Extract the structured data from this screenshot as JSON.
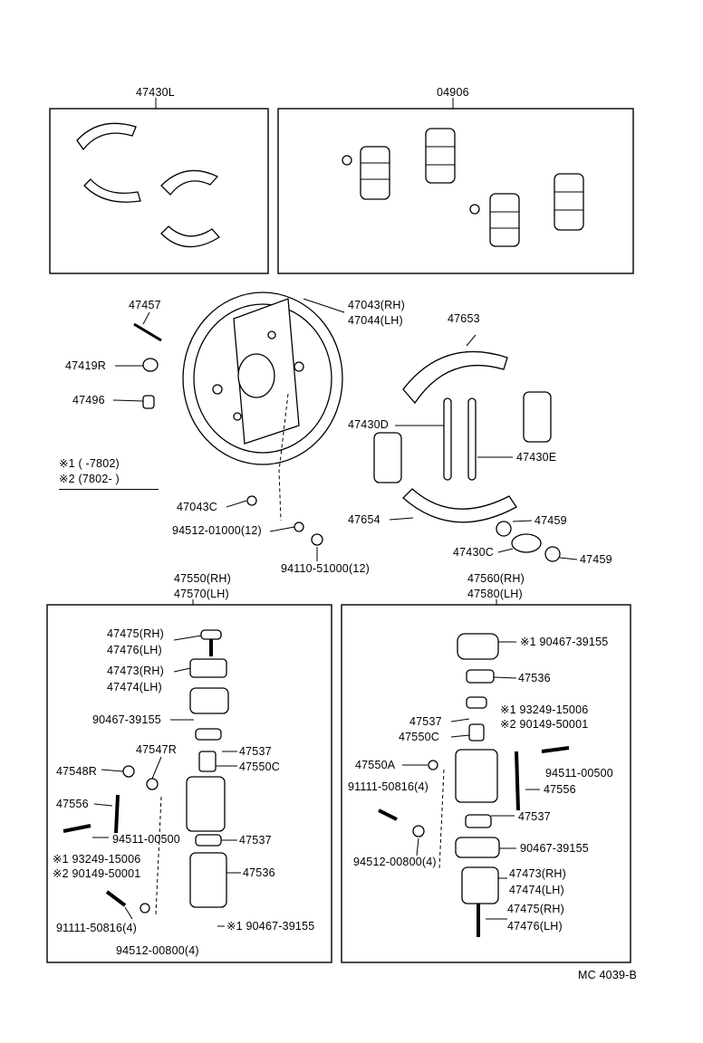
{
  "diagram": {
    "code": "MC 4039-B",
    "groups": {
      "shoe_kit": "47430L",
      "cylinder_kit": "04906",
      "cyl_right_top": "47550(RH)",
      "cyl_right_bottom": "47570(LH)",
      "cyl_left_top": "47560(RH)",
      "cyl_left_bottom": "47580(LH)"
    },
    "notes": {
      "note1": "※1 (        -7802)",
      "note2": "※2 (7802-        )"
    },
    "center": {
      "p47457": "47457",
      "p47419R": "47419R",
      "p47496": "47496",
      "p47043rh": "47043(RH)",
      "p47044lh": "47044(LH)",
      "p47653": "47653",
      "p47430D": "47430D",
      "p47430E": "47430E",
      "p47043C": "47043C",
      "p94512_01000": "94512-01000(12)",
      "p94110_51000": "94110-51000(12)",
      "p47654": "47654",
      "p47459a": "47459",
      "p47430C": "47430C",
      "p47459b": "47459"
    },
    "left_box": {
      "p47475": "47475(RH)",
      "p47476": "47476(LH)",
      "p47473": "47473(RH)",
      "p47474": "47474(LH)",
      "p90467": "90467-39155",
      "p47547R": "47547R",
      "p47537a": "47537",
      "p47548R": "47548R",
      "p47550C": "47550C",
      "p47556": "47556",
      "p94511": "94511-00500",
      "p47537b": "47537",
      "p93249": "※1 93249-15006",
      "p90149": "※2 90149-50001",
      "p47536": "47536",
      "p91111": "91111-50816(4)",
      "p90467b": "※1 90467-39155",
      "p94512": "94512-00800(4)"
    },
    "right_box": {
      "p90467": "※1 90467-39155",
      "p47536": "47536",
      "p47537a": "47537",
      "p93249": "※1 93249-15006",
      "p90149": "※2 90149-50001",
      "p47550C": "47550C",
      "p47550A": "47550A",
      "p94511": "94511-00500",
      "p91111": "91111-50816(4)",
      "p47556": "47556",
      "p47537b": "47537",
      "p90467b": "90467-39155",
      "p94512": "94512-00800(4)",
      "p47473": "47473(RH)",
      "p47474": "47474(LH)",
      "p47475": "47475(RH)",
      "p47476": "47476(LH)"
    }
  }
}
